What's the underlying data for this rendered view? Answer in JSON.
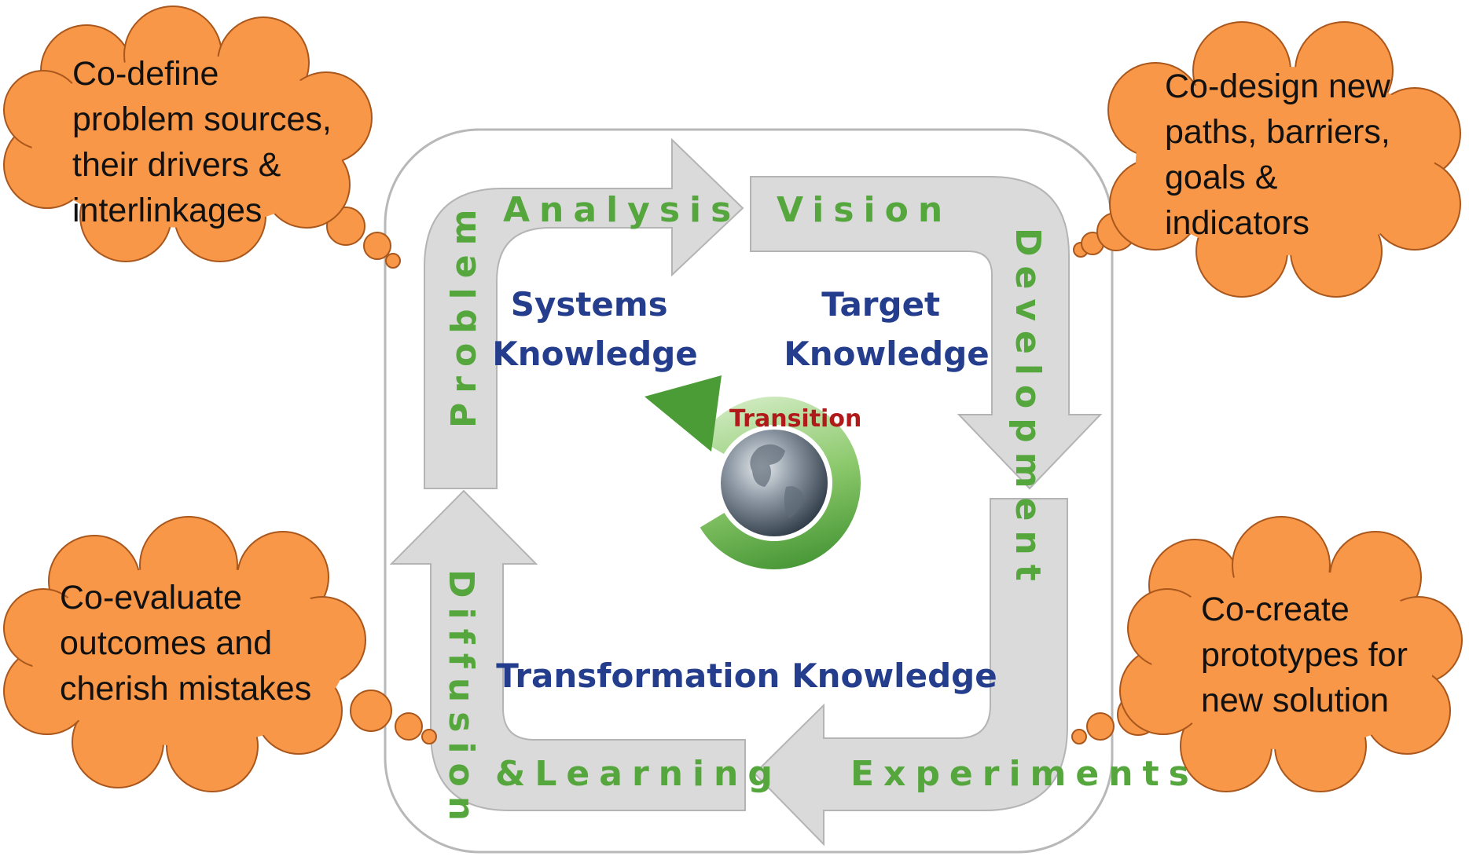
{
  "colors": {
    "stage_green": "#55a63c",
    "knowledge_blue": "#243d8c",
    "transition_red": "#b01a1a",
    "cloud_orange": "#f79747",
    "arrow_gray": "#dadada"
  },
  "stages": {
    "problem": "Problem",
    "analysis": "Analysis",
    "vision": "Vision",
    "development": "Development",
    "experiments": "Experiments",
    "diffusion": "Diffusion",
    "learning": "&Learning"
  },
  "knowledge": {
    "systems": [
      "Systems",
      "Knowledge"
    ],
    "target": [
      "Target",
      "Knowledge"
    ],
    "transformation": "Transformation Knowledge",
    "transition": "Transition"
  },
  "clouds": {
    "top_left": [
      "Co-define",
      "problem sources,",
      "their drivers &",
      "interlinkages"
    ],
    "top_right": [
      "Co-design new",
      "paths, barriers,",
      "goals &",
      "indicators"
    ],
    "bottom_left": [
      "Co-evaluate",
      "outcomes and",
      "cherish mistakes"
    ],
    "bottom_right": [
      "Co-create",
      "prototypes for",
      "new solution"
    ]
  }
}
